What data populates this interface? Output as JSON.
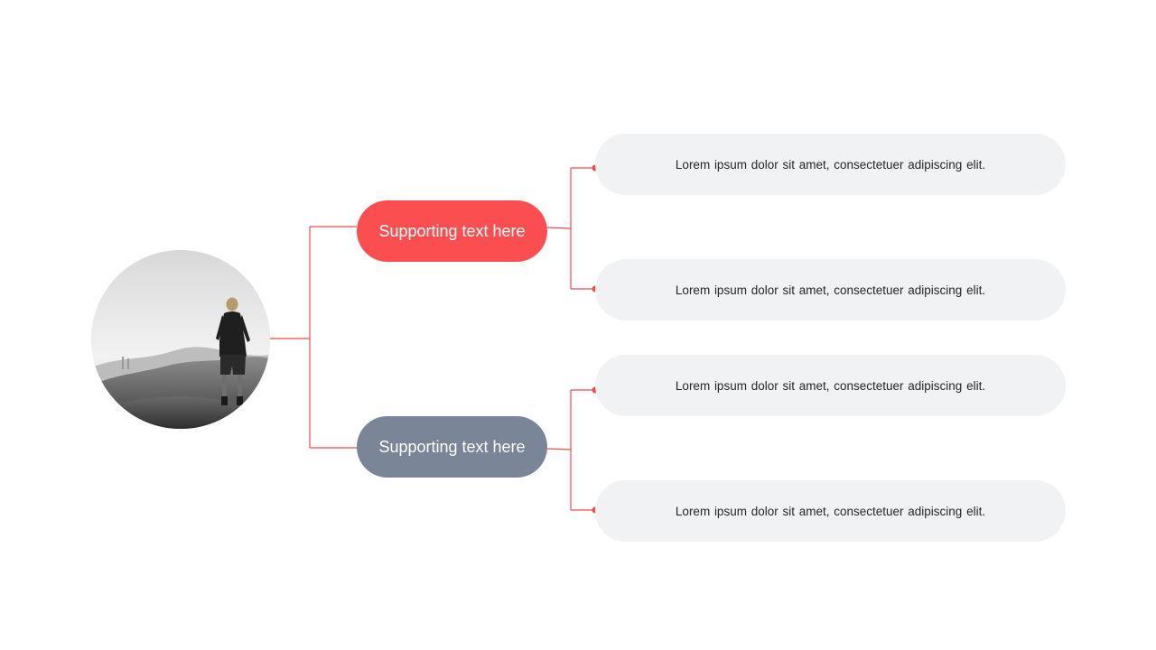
{
  "colors": {
    "accent_red": "#fb4e50",
    "accent_slate": "#7a8597",
    "detail_background": "#f1f2f4",
    "connector": "#f04a4c",
    "detail_text": "#262626"
  },
  "photo": {
    "description_icon": "hiker-on-foggy-hill-photo"
  },
  "branches": [
    {
      "label": "Supporting text here",
      "details": [
        "Lorem ipsum dolor sit amet, consectetuer adipiscing elit.",
        "Lorem ipsum dolor sit amet, consectetuer adipiscing elit."
      ]
    },
    {
      "label": "Supporting text here",
      "details": [
        "Lorem ipsum dolor sit amet, consectetuer adipiscing elit.",
        "Lorem ipsum dolor sit amet, consectetuer adipiscing elit."
      ]
    }
  ]
}
